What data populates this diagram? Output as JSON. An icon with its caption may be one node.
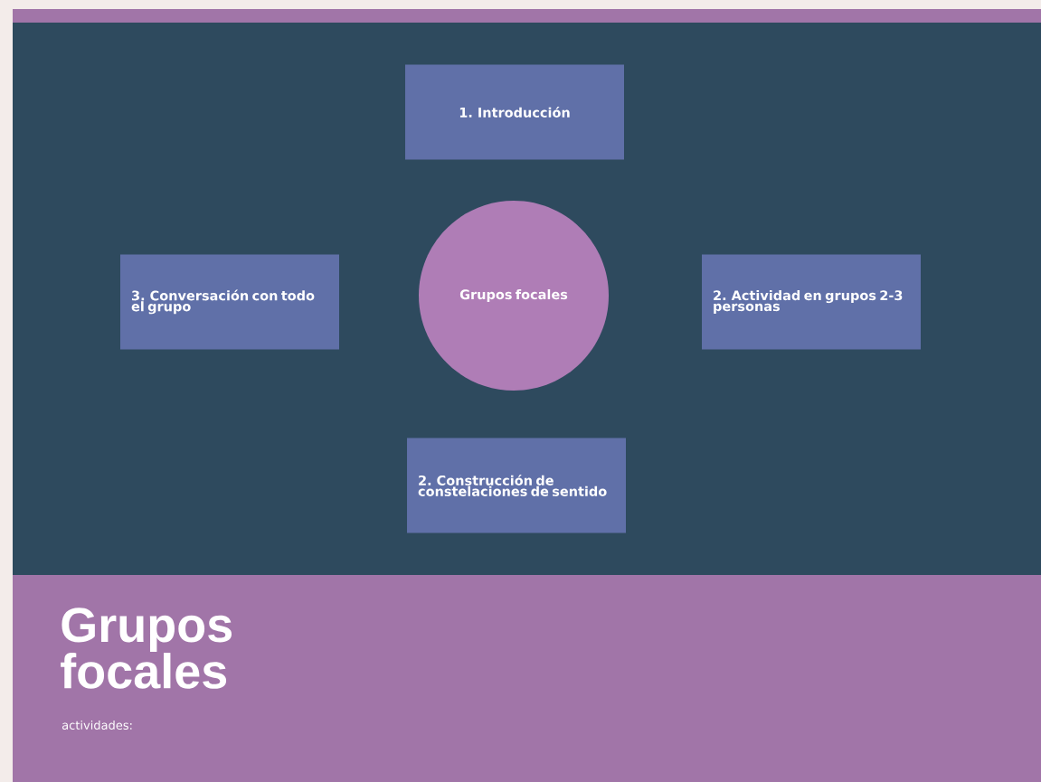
{
  "diagram": {
    "title": "Grupos focales",
    "nodes": [
      {
        "text": [
          "1. Introducción"
        ]
      },
      {
        "text": [
          "3. Conversación con todo el grupo"
        ]
      },
      {
        "text": [
          "Grupos focales"
        ]
      },
      {
        "text": [
          "2. Actividad en grupos 2-3 personas"
        ]
      },
      {
        "text": [
          "2. Construcción de constelaciones de sentido"
        ]
      }
    ],
    "labels": [
      "actividades:"
    ]
  }
}
